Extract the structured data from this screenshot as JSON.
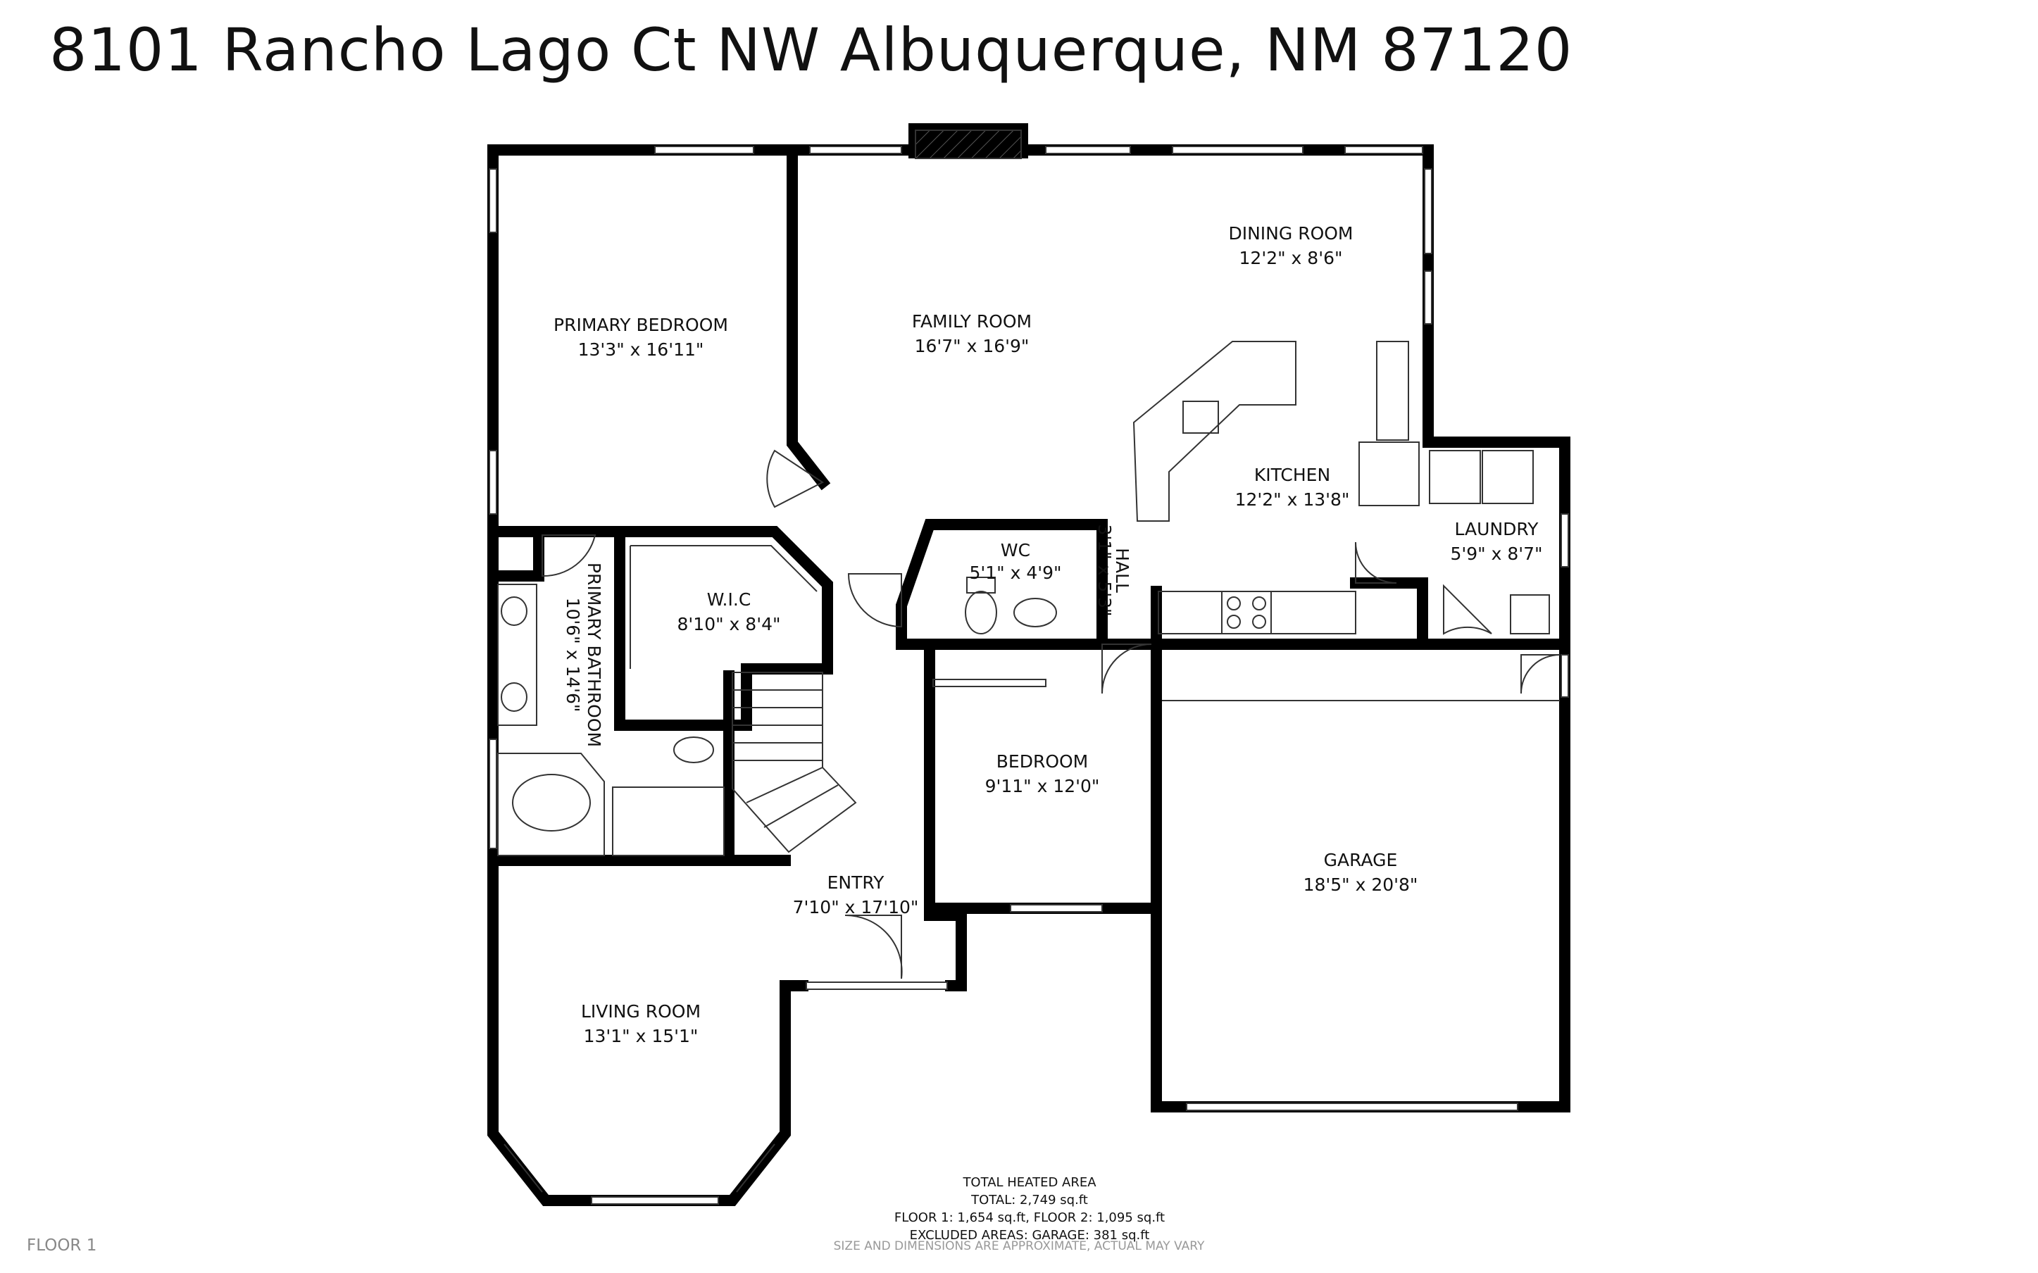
{
  "address": "8101 Rancho Lago Ct NW Albuquerque, NM 87120",
  "rooms": {
    "primary_bedroom": {
      "name": "PRIMARY BEDROOM",
      "size": "13'3\" x 16'11\""
    },
    "family_room": {
      "name": "FAMILY ROOM",
      "size": "16'7\" x 16'9\""
    },
    "dining_room": {
      "name": "DINING ROOM",
      "size": "12'2\" x 8'6\""
    },
    "kitchen": {
      "name": "KITCHEN",
      "size": "12'2\" x 13'8\""
    },
    "laundry": {
      "name": "LAUNDRY",
      "size": "5'9\" x 8'7\""
    },
    "wc": {
      "name": "WC",
      "size": "5'1\" x 4'9\""
    },
    "hall": {
      "name": "HALL",
      "size": "3'1\" x 5'3\""
    },
    "wic": {
      "name": "W.I.C",
      "size": "8'10\" x 8'4\""
    },
    "primary_bathroom": {
      "name": "PRIMARY BATHROOM",
      "size": "10'6\" x 14'6\""
    },
    "bedroom": {
      "name": "BEDROOM",
      "size": "9'11\" x 12'0\""
    },
    "garage": {
      "name": "GARAGE",
      "size": "18'5\" x 20'8\""
    },
    "entry": {
      "name": "ENTRY",
      "size": "7'10\" x 17'10\""
    },
    "living_room": {
      "name": "LIVING ROOM",
      "size": "13'1\" x 15'1\""
    }
  },
  "area_summary": {
    "heading": "TOTAL HEATED AREA",
    "total": "TOTAL: 2,749 sq.ft",
    "floors": "FLOOR 1: 1,654 sq.ft, FLOOR 2: 1,095 sq.ft",
    "excluded": "EXCLUDED AREAS: GARAGE: 381 sq.ft"
  },
  "floor_label": "FLOOR 1",
  "disclaimer": "SIZE AND DIMENSIONS ARE APPROXIMATE, ACTUAL MAY VARY"
}
